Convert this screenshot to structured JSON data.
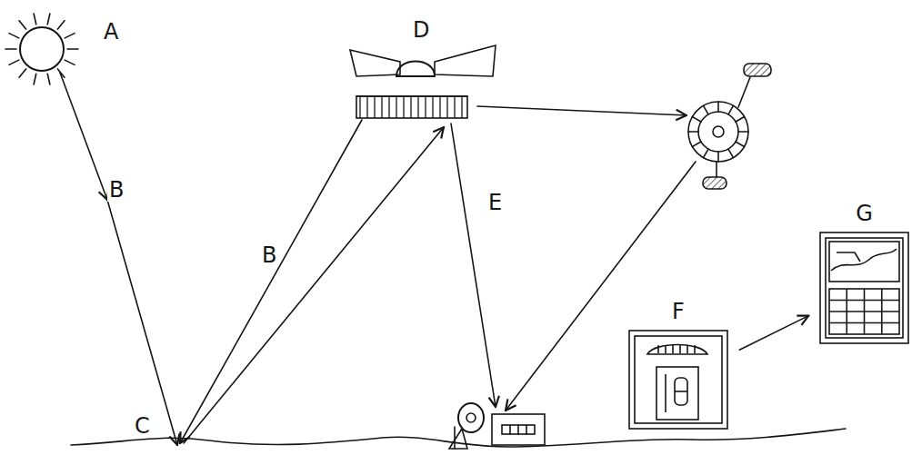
{
  "diagram": {
    "nodes": [
      {
        "text": [
          "F"
        ]
      },
      {
        "text": [
          "G"
        ]
      }
    ],
    "edges": [
      {
        "from": 0,
        "to": 1,
        "arrow": "to"
      }
    ],
    "labels": [
      "A",
      "D",
      "B",
      "B",
      "E",
      "C"
    ]
  }
}
